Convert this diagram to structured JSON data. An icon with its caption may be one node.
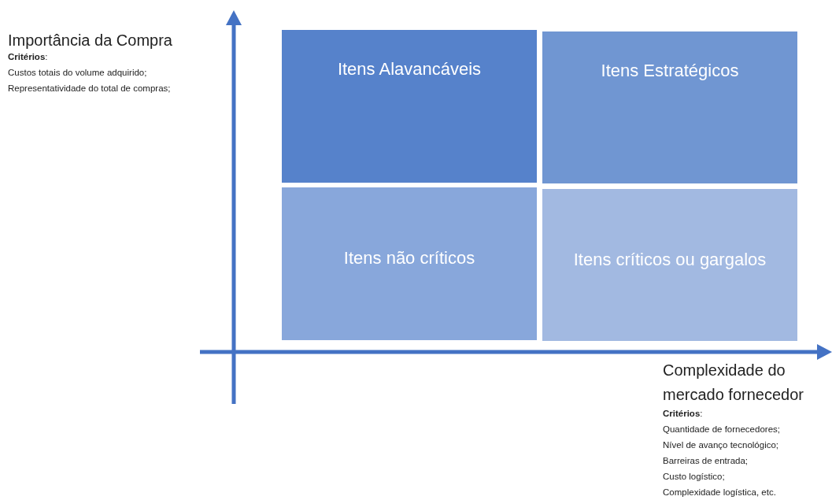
{
  "diagram": {
    "nodes": [
      {
        "text": [
          "Itens Alavancáveis"
        ]
      },
      {
        "text": [
          "Itens Estratégicos"
        ]
      },
      {
        "text": [
          "Itens não críticos"
        ]
      },
      {
        "text": [
          "Itens críticos ou gargalos"
        ]
      }
    ],
    "labels": [
      "Importância da Compra",
      "**Critérios**:",
      "Custos totais do volume adquirido;",
      "Representatividade do total de compras;",
      "Complexidade do mercado fornecedor",
      "**Critérios**:",
      "Quantidade de fornecedores;",
      "Nível de avanço tecnológico;",
      "Barreiras de entrada;",
      "Custo logístico;",
      "Complexidade logística, etc."
    ]
  }
}
